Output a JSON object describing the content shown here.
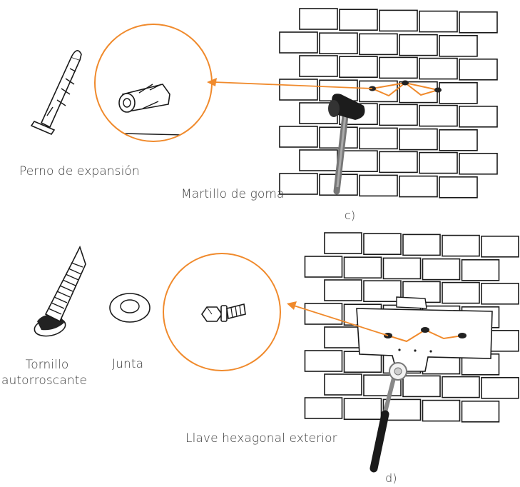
{
  "colors": {
    "accent": "#f08a2c",
    "line": "#1a1a1a",
    "text": "#3a3a3a"
  },
  "panel_c": {
    "step_label": "c)",
    "expansion_bolt_label": "Perno de expansión",
    "hammer_label": "Martillo de goma"
  },
  "panel_d": {
    "step_label": "d)",
    "screw_label_line1": "Tornillo",
    "screw_label_line2": "autorroscante",
    "washer_label": "Junta",
    "wrench_label": "Llave hexagonal exterior"
  }
}
